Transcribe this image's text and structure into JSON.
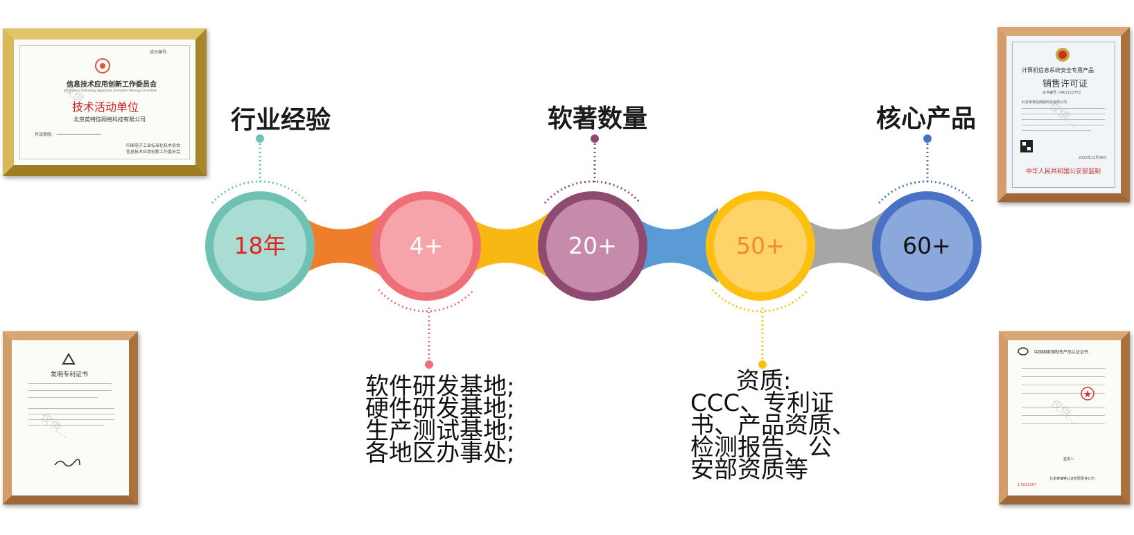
{
  "headings": {
    "experience": "行业经验",
    "software": "软著数量",
    "products": "核心产品"
  },
  "stats": [
    {
      "value": "18年",
      "text_color": "#e32222",
      "fill": "#a9dcd3",
      "ring": "#6fc2b3"
    },
    {
      "value": "4+",
      "text_color": "#ffffff",
      "fill": "#f6a4a9",
      "ring": "#ef6f78"
    },
    {
      "value": "20+",
      "text_color": "#ffffff",
      "fill": "#c68bab",
      "ring": "#8e4a70"
    },
    {
      "value": "50+",
      "text_color": "#f08a30",
      "fill": "#fed36a",
      "ring": "#fdbf10"
    },
    {
      "value": "60+",
      "text_color": "#111111",
      "fill": "#8aa8dc",
      "ring": "#4a72c4"
    }
  ],
  "connector_colors": [
    "#ee7d2c",
    "#f8b814",
    "#5b9bd5",
    "#a6a6a6"
  ],
  "bases": {
    "lines": [
      "软件研发基地;",
      "硬件研发基地;",
      "生产测试基地;",
      "各地区办事处;"
    ]
  },
  "qualifications": {
    "lines": [
      "资质:",
      "CCC、专利证",
      "书、产品资质、",
      "检测报告、公",
      "安部资质等"
    ]
  },
  "certificates": {
    "innovation": {
      "cert_no": "成员编号:",
      "title": "信息技术应用创新工作委员会",
      "subtitle": "Information Technology Application Innovation Working Committee",
      "main": "技术活动单位",
      "company": "北京英特信网络科技有限公司",
      "valid": "有效期限:",
      "issuer1": "中国电子工业标准化技术协会",
      "issuer2": "信息技术应用创新工作委员会",
      "watermark": "仅供..."
    },
    "security": {
      "title": "计算机信息系统安全专用产品",
      "main": "销售许可证",
      "cert_no": "证书编号: 0402222763",
      "company": "北京英特信网络科技有限公司",
      "authority": "中华人民共和国公安部监制",
      "date": "2022年12月08日",
      "watermark": "仅供..."
    },
    "patent": {
      "title": "发明专利证书",
      "watermark": "仅供..."
    },
    "ccc": {
      "title": "中国国家强制性产品认证证书",
      "company": "北京泰瑞特认证有限责任公司",
      "signer": "签发人:",
      "serial": "1 0033207",
      "watermark": "仅供..."
    }
  }
}
